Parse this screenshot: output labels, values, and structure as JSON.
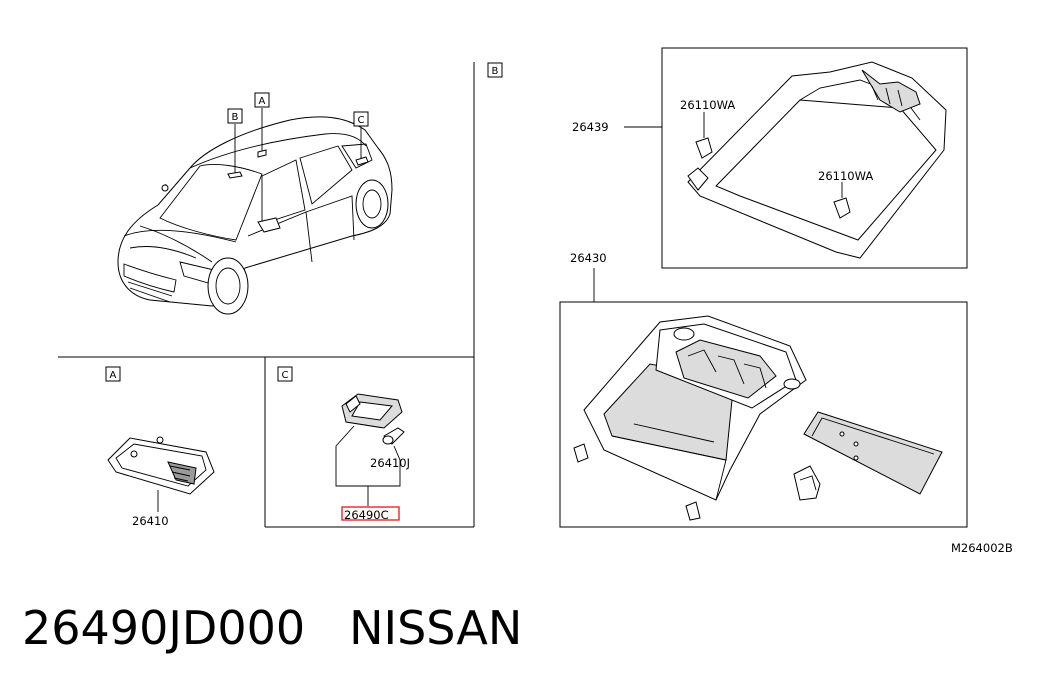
{
  "diagram": {
    "view_labels": {
      "a": "A",
      "b": "B",
      "c": "C"
    },
    "parts": {
      "map_lamp_bracket": "26439",
      "clip_1": "26110WA",
      "clip_2": "26110WA",
      "map_lamp_assy": "26430",
      "room_lamp": "26410",
      "bulb": "26410J",
      "luggage_lamp": "26490C"
    },
    "figure_code": "M264002B",
    "highlight_color": "#e8262b"
  },
  "caption": {
    "part_number": "26490JD000",
    "brand": "NISSAN"
  }
}
